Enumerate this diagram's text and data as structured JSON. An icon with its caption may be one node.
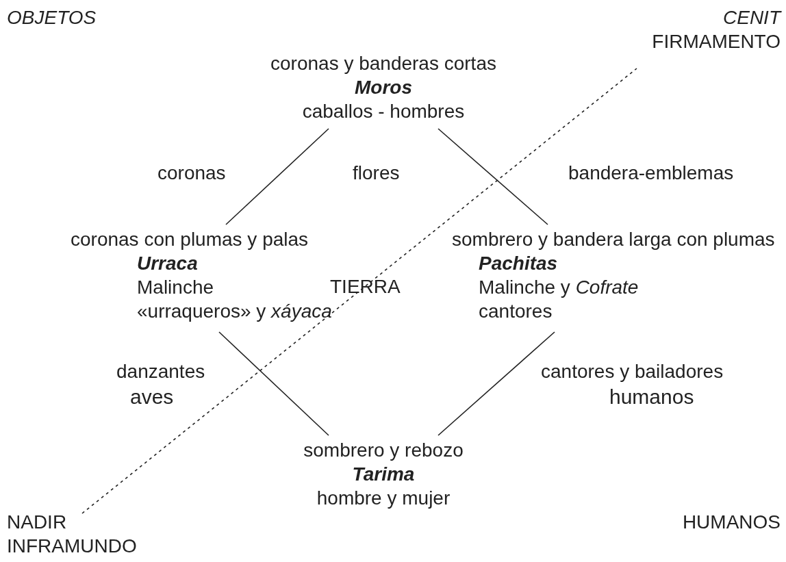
{
  "diagram": {
    "nodes": [
      {
        "text": [
          "coronas y banderas cortas",
          "Moros",
          "caballos - hombres"
        ]
      },
      {
        "text": [
          "coronas con plumas y palas",
          "Urraca",
          "Malinche",
          "«urraqueros» y *xáyaca*"
        ]
      },
      {
        "text": [
          "sombrero y bandera larga con plumas",
          "Pachitas",
          "Malinche y *Cofrate*",
          "cantores"
        ]
      },
      {
        "text": [
          "sombrero y rebozo",
          "Tarima",
          "hombre y mujer"
        ]
      },
      {
        "text": [
          "NADIR",
          "INFRAMUNDO"
        ]
      },
      {
        "text": [
          "CENIT",
          "FIRMAMENTO"
        ]
      }
    ],
    "edges": [
      {
        "from": 0,
        "to": 1,
        "arrow": "none"
      },
      {
        "from": 0,
        "to": 2,
        "arrow": "none"
      },
      {
        "from": 1,
        "to": 3,
        "arrow": "none"
      },
      {
        "from": 2,
        "to": 3,
        "arrow": "none"
      },
      {
        "from": 4,
        "to": 5,
        "arrow": "none",
        "style": "dashed"
      }
    ],
    "labels": [
      "OBJETOS",
      "coronas",
      "flores",
      "bandera-emblemas",
      "TIERRA",
      "danzantes",
      "aves",
      "cantores y bailadores",
      "humanos",
      "HUMANOS"
    ]
  }
}
